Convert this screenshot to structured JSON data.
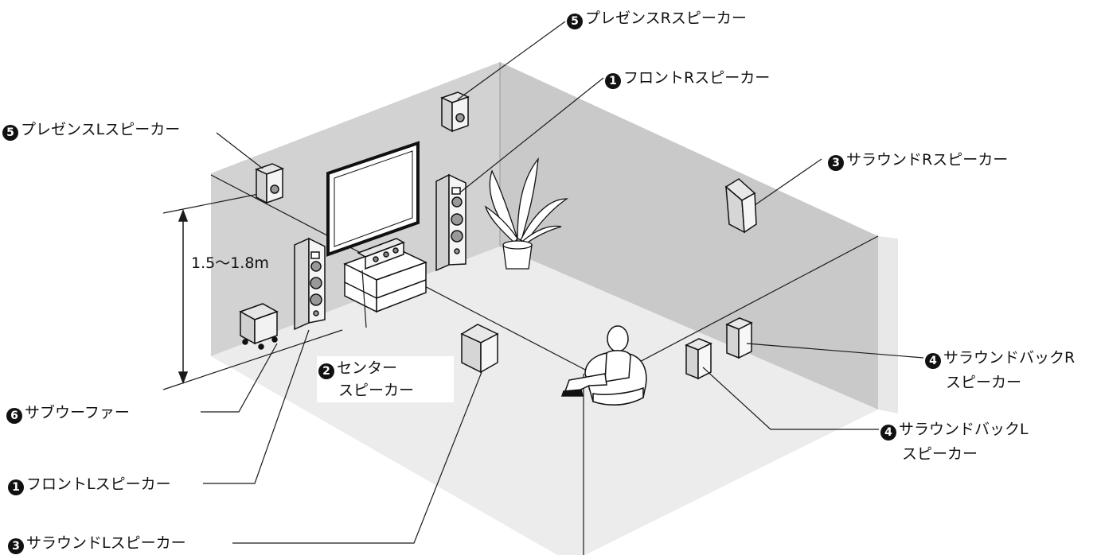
{
  "labels": {
    "presence_r": {
      "num": "5",
      "text": "プレゼンスRスピーカー"
    },
    "front_r": {
      "num": "1",
      "text": "フロントRスピーカー"
    },
    "presence_l": {
      "num": "5",
      "text": "プレゼンスLスピーカー"
    },
    "surround_r": {
      "num": "3",
      "text": "サラウンドRスピーカー"
    },
    "center": {
      "num": "2",
      "line1": "センター",
      "line2": "スピーカー"
    },
    "subwoofer": {
      "num": "6",
      "text": "サブウーファー"
    },
    "front_l": {
      "num": "1",
      "text": "フロントLスピーカー"
    },
    "surround_l": {
      "num": "3",
      "text": "サラウンドLスピーカー"
    },
    "surround_back_r": {
      "num": "4",
      "line1": "サラウンドバックR",
      "line2": "スピーカー"
    },
    "surround_back_l": {
      "num": "4",
      "line1": "サラウンドバックL",
      "line2": "スピーカー"
    }
  },
  "height_measure": "1.5〜1.8m",
  "colors": {
    "wall": "#cfcfcf",
    "floor": "#ececec",
    "line": "#1a1a1a",
    "speaker": "#f2f2f2"
  }
}
